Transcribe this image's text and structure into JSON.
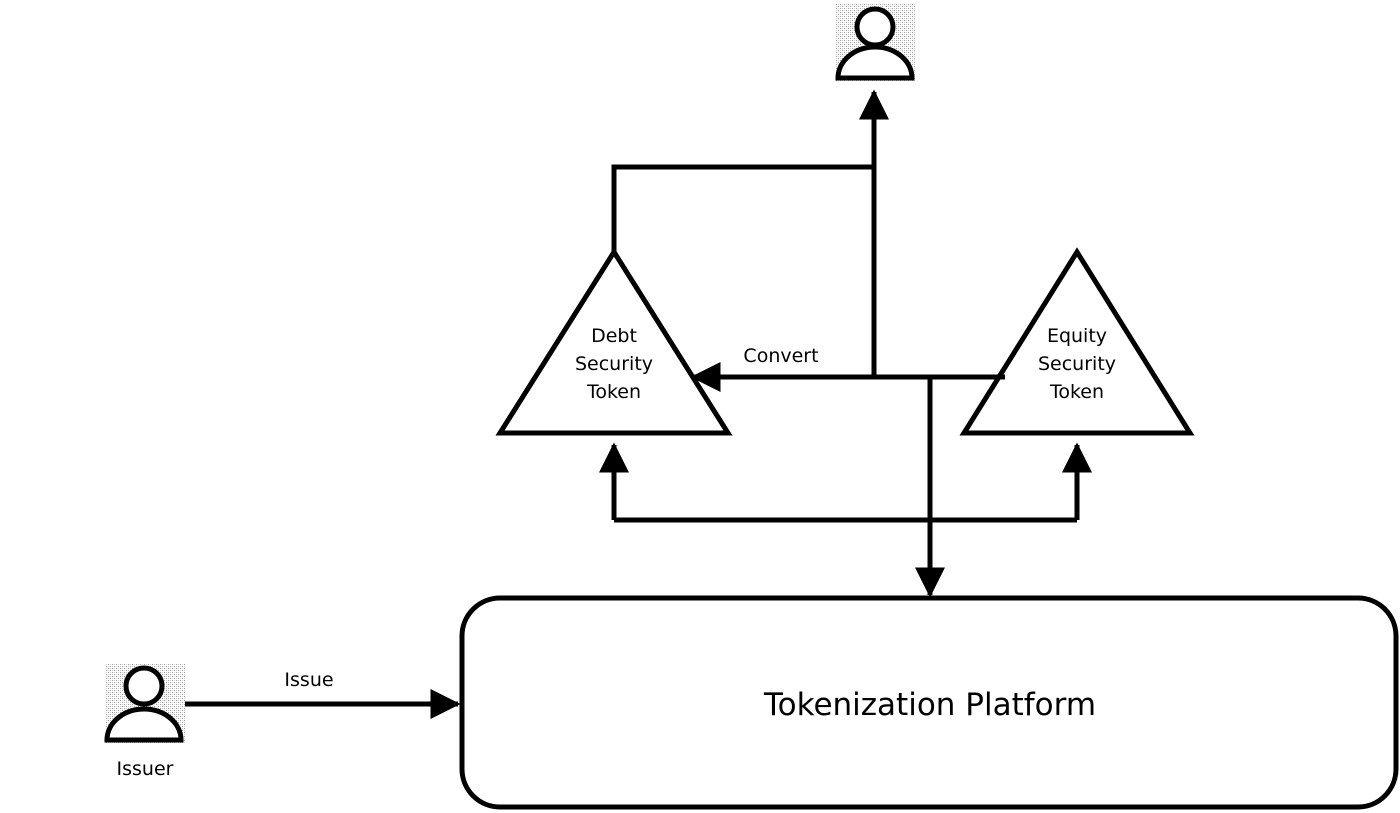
{
  "nodes": {
    "debt_token": {
      "lines": [
        "Debt",
        "Security",
        "Token"
      ]
    },
    "equity_token": {
      "lines": [
        "Equity",
        "Security",
        "Token"
      ]
    },
    "platform": {
      "label": "Tokenization Platform"
    },
    "issuer": {
      "label": "Issuer"
    },
    "investor": {
      "label": ""
    }
  },
  "edges": {
    "issue": "Issue",
    "convert": "Convert"
  },
  "icons": {
    "person": "person-icon"
  }
}
